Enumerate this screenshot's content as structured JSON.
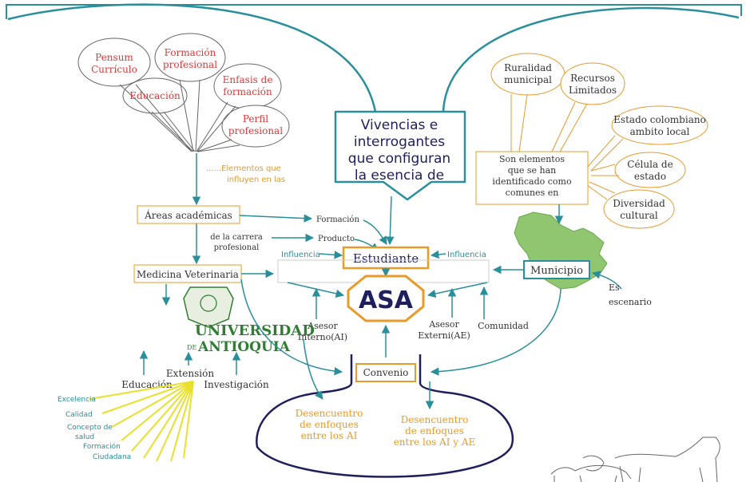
{
  "colors": {
    "teal": "#2a8f9a",
    "navy": "#1f1f5e",
    "red": "#d93a3a",
    "orange": "#e89a2a",
    "green": "#2e7d32",
    "dark": "#333333",
    "yellow": "#e9e02a",
    "map_green": "#8fc66f"
  },
  "left_bubbles": [
    "Pensum",
    "Currículo",
    "Formación",
    "profesional",
    "Enfasis de",
    "formación",
    "Educación",
    "Perfil",
    "profesional"
  ],
  "influence_note": [
    "......Elementos que",
    "influyen en las"
  ],
  "center_box": [
    "Vivencias e",
    "interrogantes",
    "que configuran",
    "la esencia de"
  ],
  "right_bubbles": [
    "Ruralidad",
    "municipal",
    "Recursos",
    "Limitados",
    "Estado colombiano",
    "ambito local",
    "Célula de",
    "estado",
    "Diversidad",
    "cultural"
  ],
  "right_box": [
    "Son elementos",
    "que se han",
    "identificado como",
    "comunes en"
  ],
  "areas": "Áreas académicas",
  "formacion": "Formación",
  "carrera": [
    "de la carrera",
    "profesional"
  ],
  "producto": "Producto",
  "influencia_left": "Influencia",
  "influencia_right": "Influencia",
  "estudiante": "Estudiante",
  "medicina": "Medicina Veterinaria",
  "asa": "ASA",
  "municipio": "Municipio",
  "escenario": [
    "Es",
    "escenario"
  ],
  "asesor_interno": [
    "Asesor",
    "Interno(AI)"
  ],
  "asesor_externo": [
    "Asesor",
    "Externi(AE)"
  ],
  "comunidad": "Comunidad",
  "universidad": [
    "UNIVERSIDAD",
    "DE",
    "ANTIOQUIA"
  ],
  "extension": "Extensión",
  "educacion": "Educación",
  "investigacion": "Investigación",
  "convenio": "Convenio",
  "desencuentro_ai": [
    "Desencuentro",
    "de enfoques",
    "entre los AI"
  ],
  "desencuentro_ai_ae": [
    "Desencuentro",
    "de enfoques",
    "entre los AI y AE"
  ],
  "values_list": [
    "Excelencia",
    "Calidad",
    "Concepto de",
    "salud",
    "Formación",
    "Ciudadana"
  ]
}
